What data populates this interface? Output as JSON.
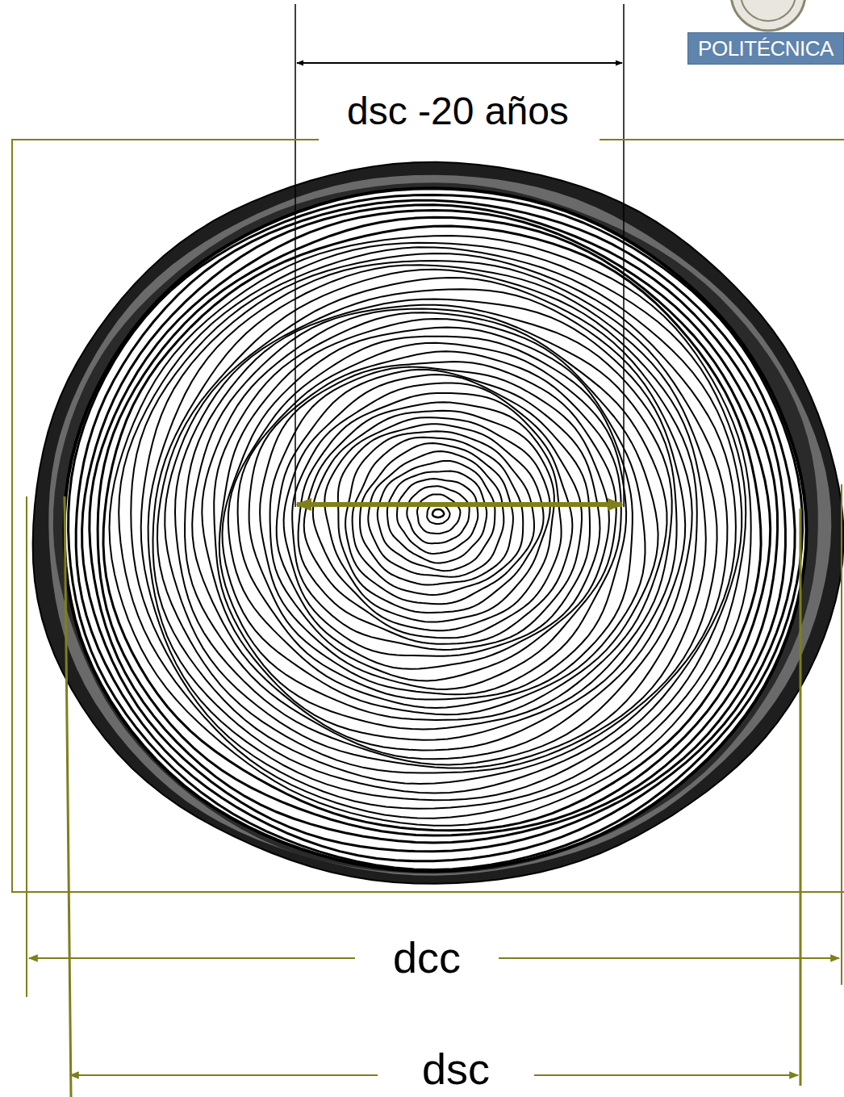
{
  "diagram": {
    "nodes": [
      {
        "text": [
          "POLITÉCNICA"
        ]
      }
    ],
    "labels": [
      "dsc -20 años",
      "dcc",
      "dsc"
    ]
  }
}
